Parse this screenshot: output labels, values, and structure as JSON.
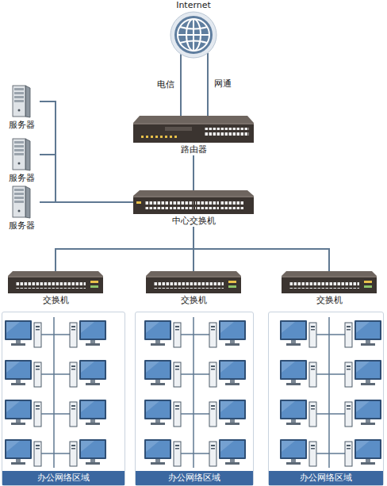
{
  "diagram": {
    "nodes": [
      {
        "text": [
          "Internet"
        ]
      },
      {
        "text": [
          "路由器"
        ]
      },
      {
        "text": [
          "服务器"
        ]
      },
      {
        "text": [
          "服务器"
        ]
      },
      {
        "text": [
          "服务器"
        ]
      },
      {
        "text": [
          "中心交换机"
        ]
      },
      {
        "text": [
          "交换机"
        ]
      },
      {
        "text": [
          "交换机"
        ]
      },
      {
        "text": [
          "交换机"
        ]
      },
      {
        "text": [
          "办公网络区域"
        ]
      },
      {
        "text": [
          "办公网络区域"
        ]
      },
      {
        "text": [
          "办公网络区域"
        ]
      }
    ],
    "edges": [
      {
        "from": 0,
        "to": 1,
        "label": "电信",
        "arrow": "none"
      },
      {
        "from": 0,
        "to": 1,
        "label": "网通",
        "arrow": "none"
      },
      {
        "from": 1,
        "to": 5,
        "arrow": "none"
      },
      {
        "from": 2,
        "to": 5,
        "arrow": "none"
      },
      {
        "from": 3,
        "to": 5,
        "arrow": "none"
      },
      {
        "from": 4,
        "to": 5,
        "arrow": "none"
      },
      {
        "from": 5,
        "to": 6,
        "arrow": "none"
      },
      {
        "from": 5,
        "to": 7,
        "arrow": "none"
      },
      {
        "from": 5,
        "to": 8,
        "arrow": "none"
      }
    ]
  }
}
